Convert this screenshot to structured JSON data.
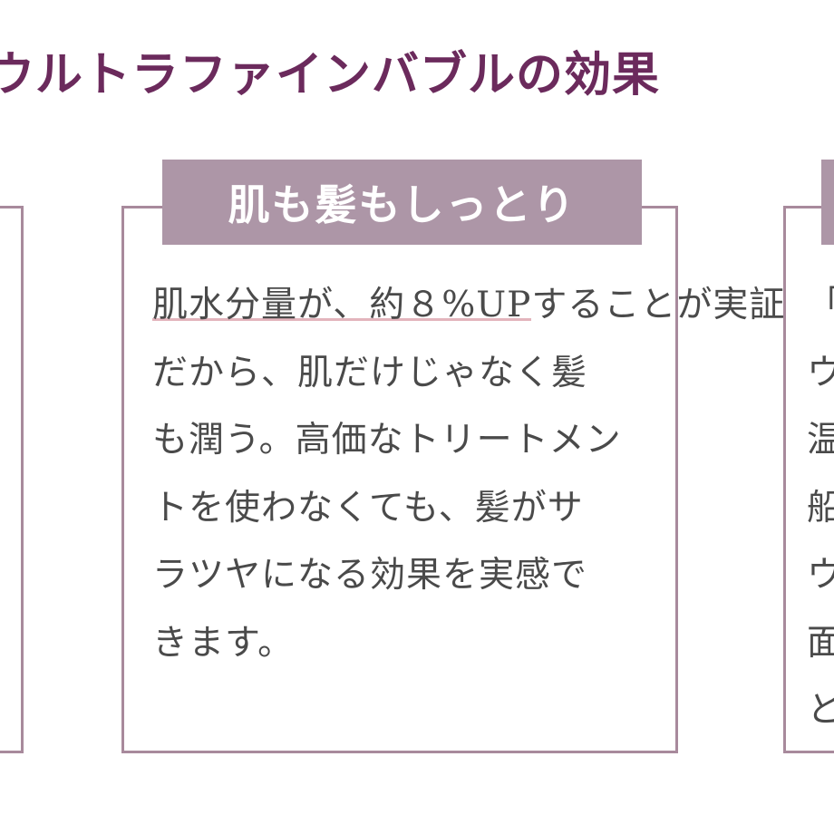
{
  "heading": "ウルトラファインバブルの効果",
  "cards": {
    "center": {
      "title": "肌も髪もしっとり",
      "underlined_text": "肌水分量が、約８%UP",
      "lines": [
        "することが実証されています。",
        "だから、肌だけじゃなく髪",
        "も潤う。高価なトリートメン",
        "トを使わなくても、髪がサ",
        "ラツヤになる効果を実感で",
        "きます。"
      ]
    },
    "right": {
      "peek_lines": [
        "「",
        "ウ",
        "温",
        "船",
        "ウ",
        "面",
        "と"
      ]
    }
  },
  "colors": {
    "heading": "#6b2a5c",
    "tab_background": "#ad96a7",
    "card_border": "#a88a9c",
    "underline": "#e3b4bc",
    "body_text": "#4a4a4a"
  }
}
